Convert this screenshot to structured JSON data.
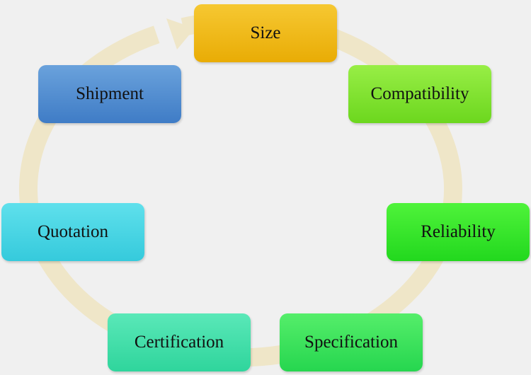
{
  "diagram": {
    "type": "cycle",
    "arrow_color": "#efe6c8",
    "nodes": [
      {
        "id": "size",
        "label": "Size",
        "color_top": "#f6c832",
        "color_bottom": "#e9ac05"
      },
      {
        "id": "compatibility",
        "label": "Compatibility",
        "color_top": "#98ee46",
        "color_bottom": "#6cd71e"
      },
      {
        "id": "reliability",
        "label": "Reliability",
        "color_top": "#4ff33a",
        "color_bottom": "#22d81e"
      },
      {
        "id": "specification",
        "label": "Specification",
        "color_top": "#55ee6a",
        "color_bottom": "#26d64f"
      },
      {
        "id": "certification",
        "label": "Certification",
        "color_top": "#5ae8b8",
        "color_bottom": "#2fd59c"
      },
      {
        "id": "quotation",
        "label": "Quotation",
        "color_top": "#5fe0ec",
        "color_bottom": "#35cadc"
      },
      {
        "id": "shipment",
        "label": "Shipment",
        "color_top": "#6aa2dc",
        "color_bottom": "#3f7cc6"
      }
    ]
  }
}
